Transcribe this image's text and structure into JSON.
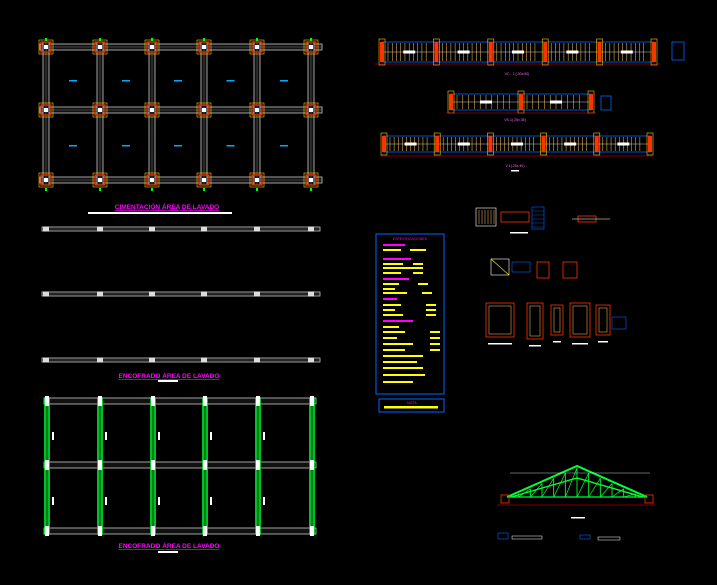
{
  "drawing": {
    "background": "#000000",
    "colors": {
      "beam": "#c8c8c8",
      "column_fill": "#ff3300",
      "column_outline": "#ffcc00",
      "axis": "#00aaff",
      "steel_green": "#00ff33",
      "label_magenta": "#ff00ff",
      "text_yellow": "#ffff00",
      "panel_border": "#0066ff",
      "note_red": "#ff0000"
    },
    "titles": {
      "cimentacion": "CIMENTACIÓN ÁREA DE LAVADO",
      "encofrado_1": "ENCOFRADO ÁREA DE LAVADO",
      "encofrado_2": "ENCOFRADO ÁREA DE LAVADO"
    },
    "detail_labels": {
      "beam_1": "VC - 1 (.30x.60)",
      "beam_2": "VS-1(.25x.35)",
      "beam_3": "V-1(.25x.40)"
    },
    "notes_panel": {
      "header": "ESPECIFICACIONES"
    },
    "legend_box": {
      "label": "NOTA"
    }
  }
}
